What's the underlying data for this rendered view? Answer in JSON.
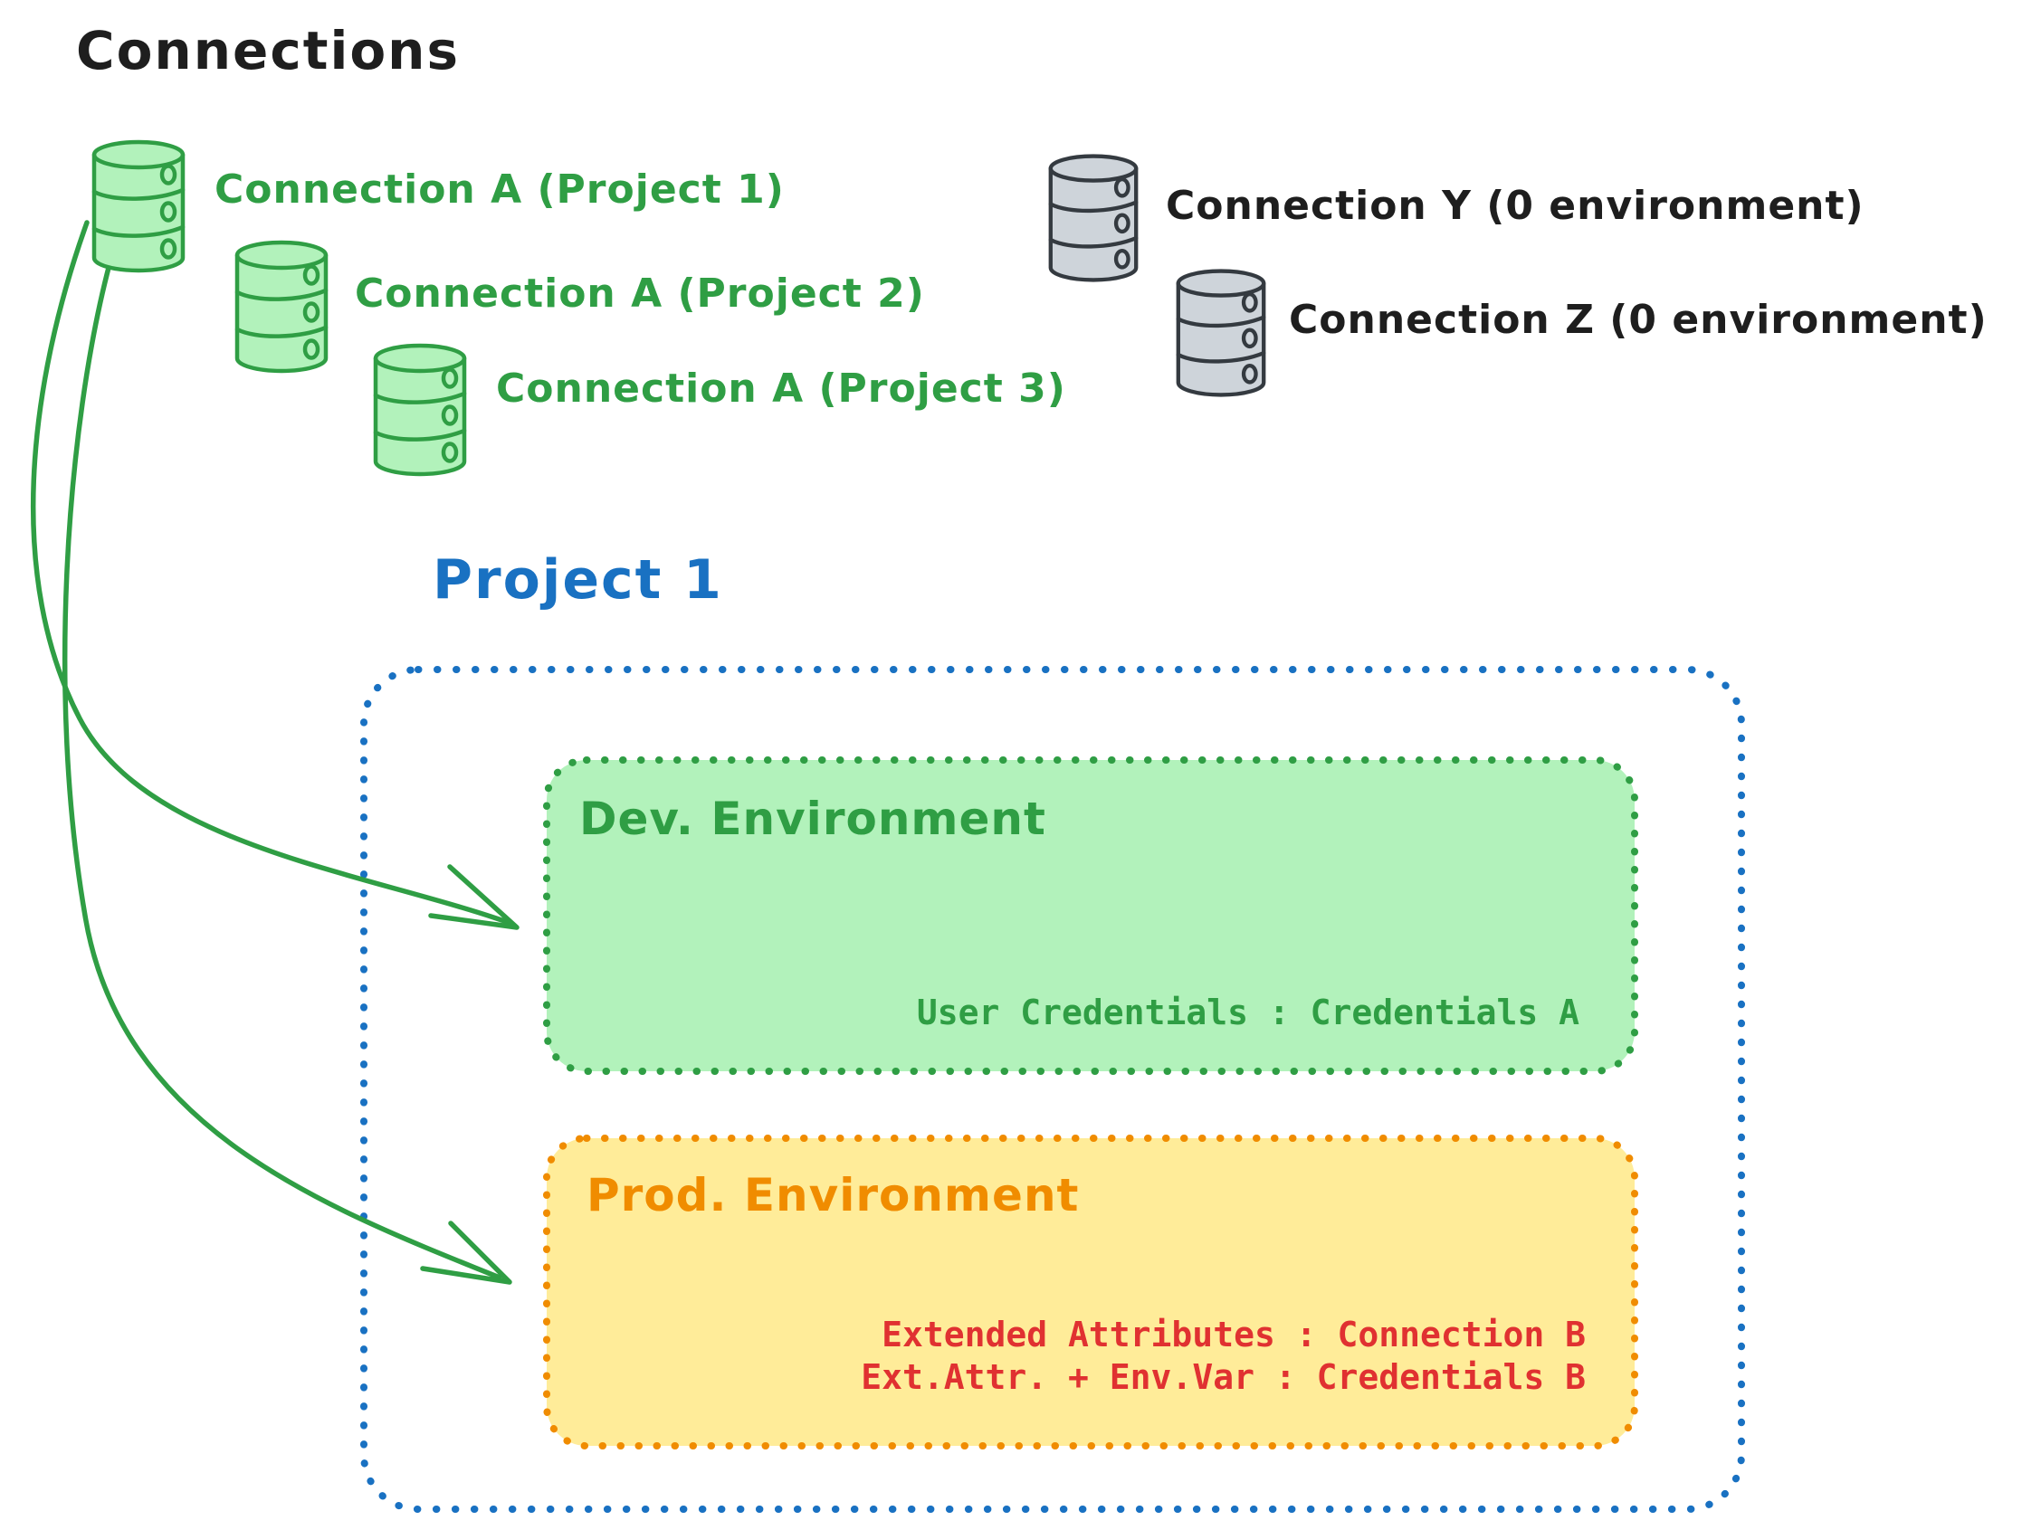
{
  "title": "Connections",
  "colors": {
    "green_stroke": "#2f9e44",
    "green_fill": "#b2f2bb",
    "gray_stroke": "#343a40",
    "gray_fill": "#ced4da",
    "blue": "#1971c2",
    "orange_stroke": "#f08c00",
    "orange_fill": "#ffec99",
    "red": "#e03131",
    "ink": "#1e1e1e"
  },
  "connections": {
    "project_a": [
      {
        "label": "Connection A (Project 1)"
      },
      {
        "label": "Connection A (Project 2)"
      },
      {
        "label": "Connection A (Project 3)"
      }
    ],
    "unassigned": [
      {
        "label": "Connection Y (0 environment)"
      },
      {
        "label": "Connection Z (0 environment)"
      }
    ]
  },
  "project": {
    "title": "Project 1",
    "environments": [
      {
        "name": "Dev. Environment",
        "details": [
          "User Credentials : Credentials A"
        ]
      },
      {
        "name": "Prod. Environment",
        "details": [
          "Extended Attributes : Connection B",
          "Ext.Attr. + Env.Var : Credentials B"
        ]
      }
    ]
  }
}
